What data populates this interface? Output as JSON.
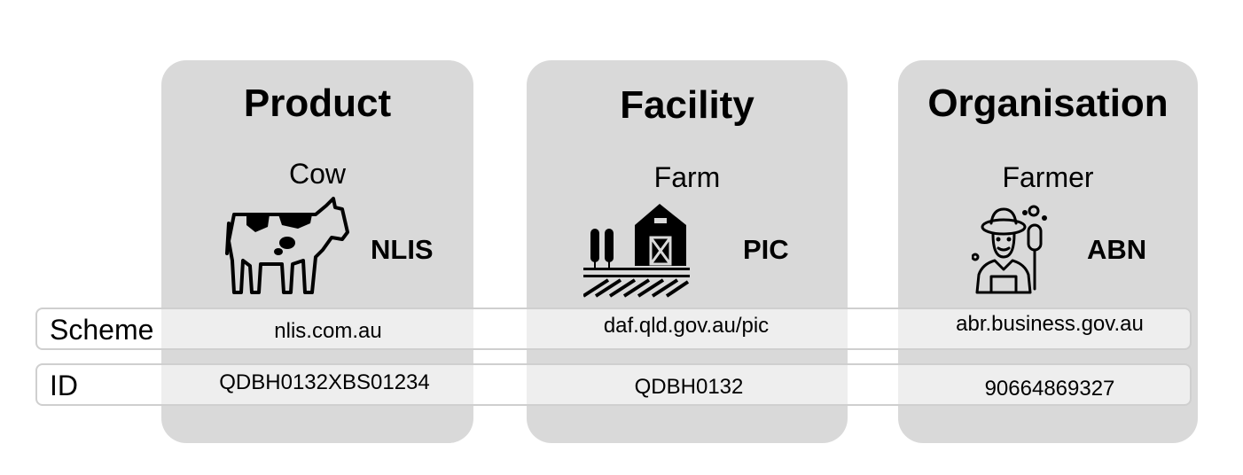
{
  "columns": [
    {
      "title": "Product",
      "entity": "Cow",
      "scheme_id": "NLIS",
      "icon": "cow-icon",
      "scheme": "nlis.com.au",
      "id": "QDBH0132XBS01234"
    },
    {
      "title": "Facility",
      "entity": "Farm",
      "scheme_id": "PIC",
      "icon": "farm-barn-icon",
      "scheme": "daf.qld.gov.au/pic",
      "id": "QDBH0132"
    },
    {
      "title": "Organisation",
      "entity": "Farmer",
      "scheme_id": "ABN",
      "icon": "farmer-icon",
      "scheme": "abr.business.gov.au",
      "id": "90664869327"
    }
  ],
  "rows": {
    "scheme_label": "Scheme",
    "id_label": "ID"
  },
  "colors": {
    "card": "#d9d9d9",
    "band_border": "#cfcfcf"
  }
}
